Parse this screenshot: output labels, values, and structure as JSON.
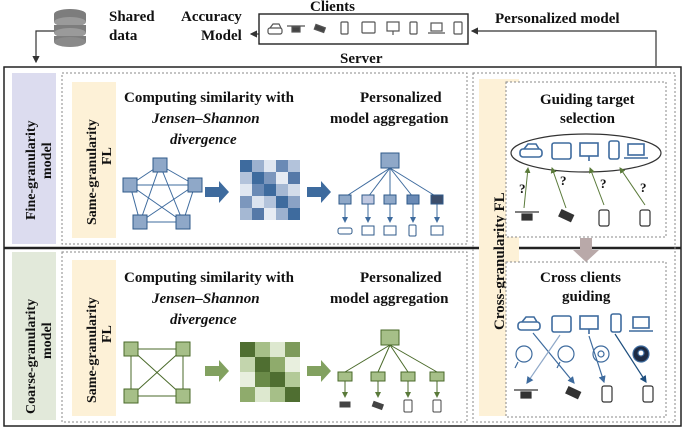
{
  "top": {
    "shared_data": [
      "Shared",
      "data"
    ],
    "accuracy_model": [
      "Accuracy",
      "Model"
    ],
    "clients": "Clients",
    "personalized_model": "Personalized model",
    "server": "Server"
  },
  "fine": {
    "side_label": [
      "Fine-granularity",
      "model"
    ],
    "same_fl": [
      "Same-granularity",
      "FL"
    ],
    "similarity": [
      "Computing similarity with",
      "Jensen–Shannon",
      "divergence"
    ],
    "aggregation": [
      "Personalized",
      "model aggregation"
    ]
  },
  "coarse": {
    "side_label": [
      "Coarse-granularity",
      "model"
    ],
    "same_fl": [
      "Same-granularity",
      "FL"
    ],
    "similarity": [
      "Computing similarity with",
      "Jensen–Shannon",
      "divergence"
    ],
    "aggregation": [
      "Personalized",
      "model aggregation"
    ]
  },
  "cross": {
    "side_label": "Cross-granularity FL",
    "guiding": [
      "Guiding target",
      "selection"
    ],
    "question_mark": "?",
    "clients_guiding": [
      "Cross clients",
      "guiding"
    ]
  },
  "colors": {
    "fine_band": "#dcdcef",
    "coarse_band": "#e2e9da",
    "fl_band": "#fdf1d7",
    "blue_arrow": "#3e6b9e",
    "green_arrow": "#82a160",
    "gray_arrow": "#b9a9a9"
  }
}
